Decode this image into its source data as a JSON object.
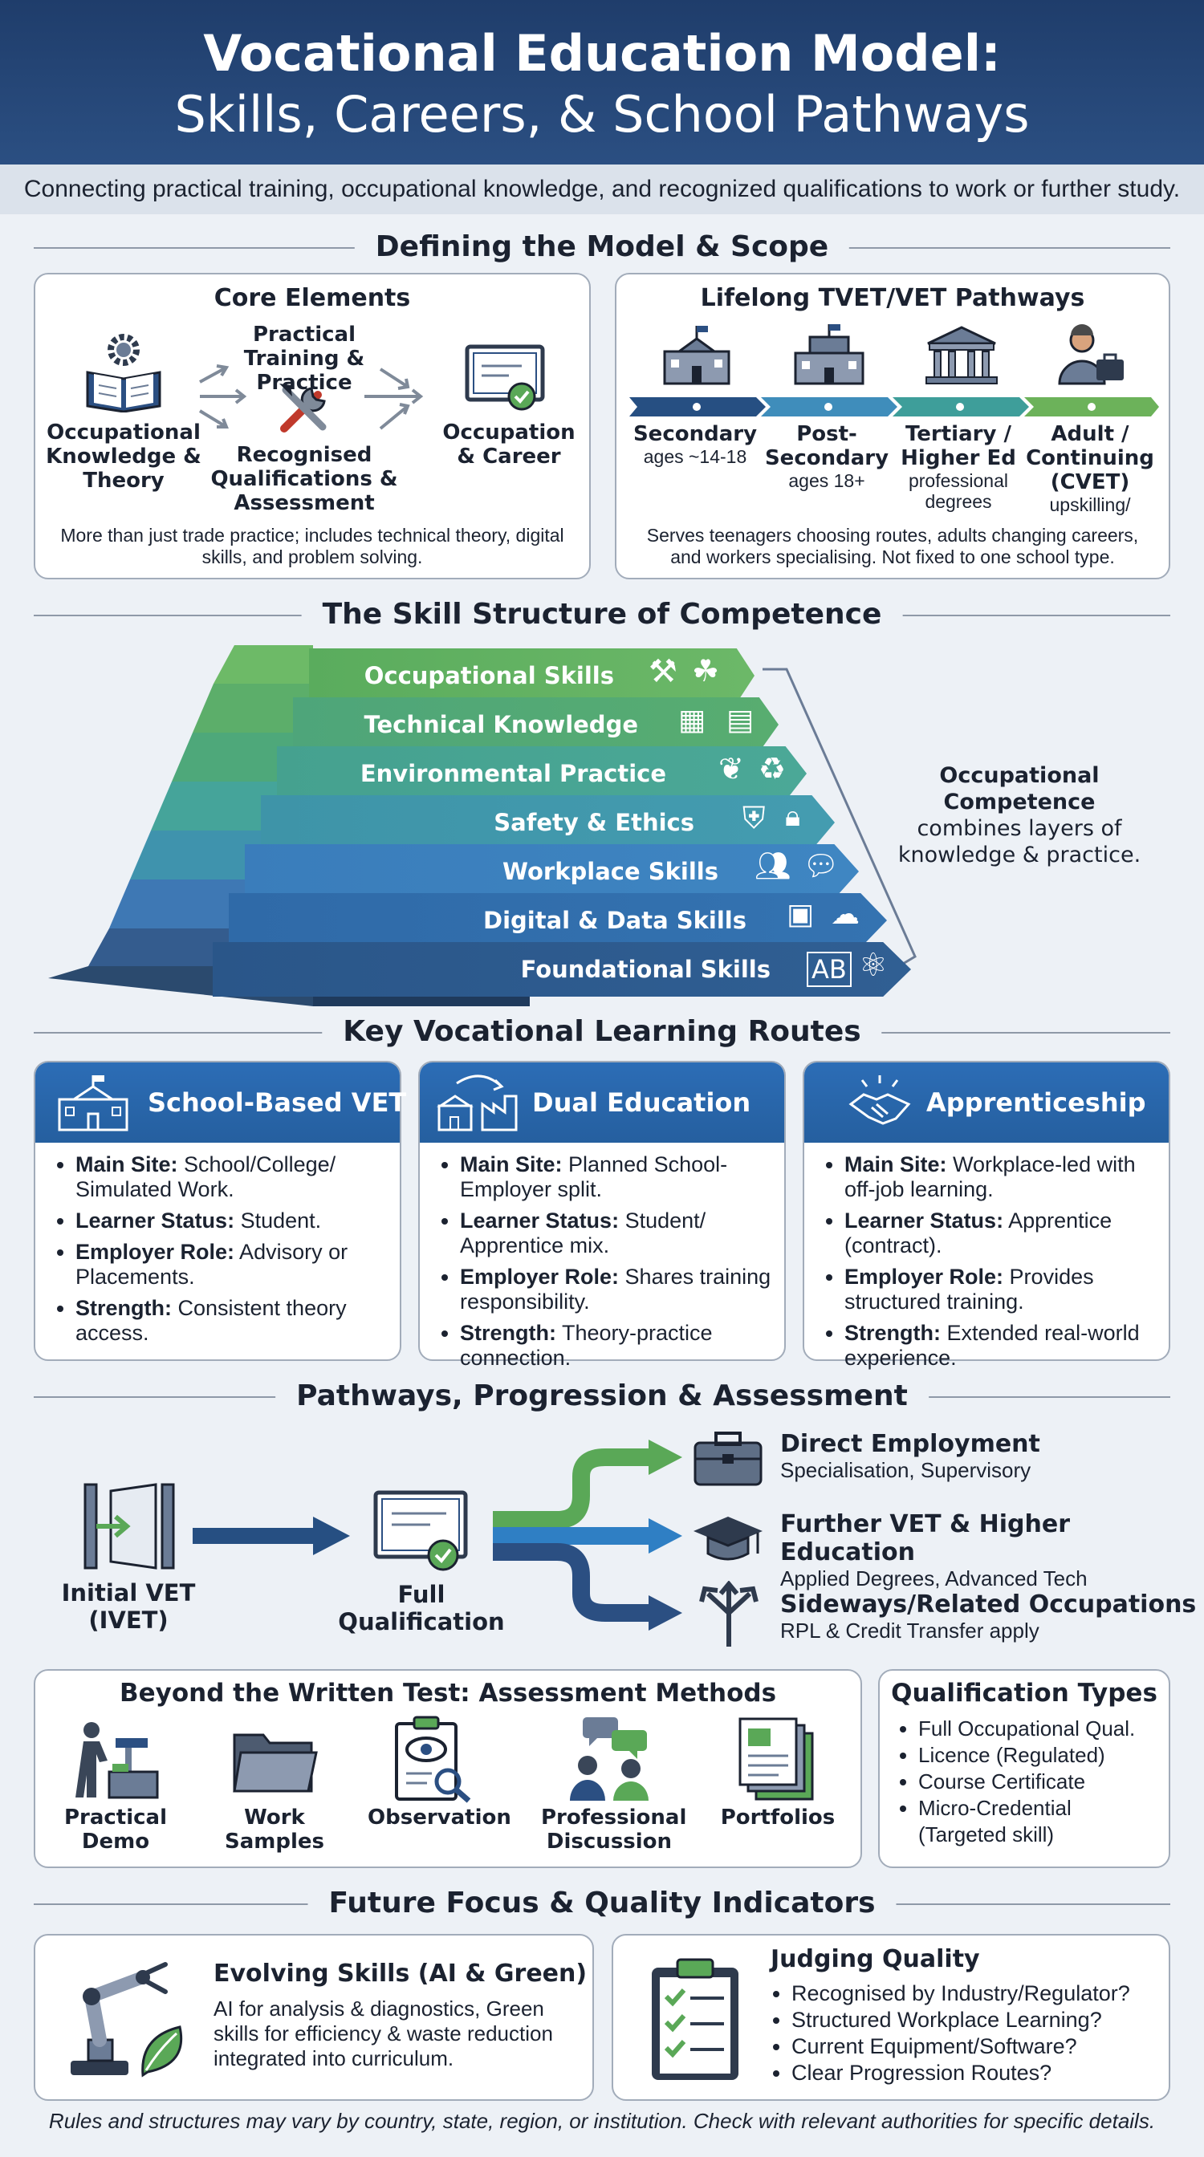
{
  "header": {
    "title_line1": "Vocational Education Model:",
    "title_line2": "Skills, Careers, & School Pathways",
    "subtitle": "Connecting practical training, occupational knowledge, and recognized qualifications to work or further study."
  },
  "sections": {
    "defining": "Defining the Model & Scope",
    "skill_structure": "The Skill Structure of Competence",
    "routes": "Key Vocational Learning Routes",
    "pathways": "Pathways, Progression & Assessment",
    "future": "Future Focus & Quality Indicators"
  },
  "core_elements": {
    "title": "Core Elements",
    "knowledge": "Occupational Knowledge & Theory",
    "practical": "Practical Training & Practice",
    "recognised": "Recognised Qualifications & Assessment",
    "occupation": "Occupation & Career",
    "note": "More than just trade practice; includes technical theory, digital skills, and problem solving."
  },
  "lifelong": {
    "title": "Lifelong TVET/VET Pathways",
    "stages": [
      {
        "name": "Secondary",
        "detail": "ages ~14-18"
      },
      {
        "name": "Post-Secondary",
        "detail": "ages 18+"
      },
      {
        "name": "Tertiary / Higher Ed",
        "detail": "professional degrees"
      },
      {
        "name": "Adult / Continuing (CVET)",
        "detail": "upskilling/"
      }
    ],
    "note": "Serves teenagers choosing routes, adults changing careers, and workers specialising. Not fixed to one school type."
  },
  "pyramid": {
    "layers": [
      "Occupational Skills",
      "Technical Knowledge",
      "Environmental Practice",
      "Safety & Ethics",
      "Workplace Skills",
      "Digital & Data Skills",
      "Foundational Skills"
    ],
    "callout_bold": "Occupational Competence",
    "callout_rest": "combines layers of knowledge & practice."
  },
  "routes": [
    {
      "title": "School-Based VET",
      "items": [
        {
          "k": "Main Site:",
          "v": " School/College/ Simulated Work."
        },
        {
          "k": "Learner Status:",
          "v": " Student."
        },
        {
          "k": "Employer Role:",
          "v": " Advisory or Placements."
        },
        {
          "k": "Strength:",
          "v": " Consistent theory access."
        }
      ]
    },
    {
      "title": "Dual Education",
      "items": [
        {
          "k": "Main Site:",
          "v": " Planned School-Employer split."
        },
        {
          "k": "Learner Status:",
          "v": " Student/ Apprentice mix."
        },
        {
          "k": "Employer Role:",
          "v": " Shares training responsibility."
        },
        {
          "k": "Strength:",
          "v": " Theory-practice connection."
        }
      ]
    },
    {
      "title": "Apprenticeship",
      "items": [
        {
          "k": "Main Site:",
          "v": " Workplace-led with off-job learning."
        },
        {
          "k": "Learner Status:",
          "v": " Apprentice (contract)."
        },
        {
          "k": "Employer Role:",
          "v": " Provides structured training."
        },
        {
          "k": "Strength:",
          "v": " Extended real-world experience."
        }
      ]
    }
  ],
  "pathways": {
    "initial": "Initial VET (IVET)",
    "full": "Full Qualification",
    "outcomes": [
      {
        "title": "Direct Employment",
        "sub": "Specialisation, Supervisory"
      },
      {
        "title": "Further VET & Higher Education",
        "sub": "Applied Degrees, Advanced Tech"
      },
      {
        "title": "Sideways/Related Occupations",
        "sub": "RPL & Credit Transfer apply"
      }
    ]
  },
  "assessment": {
    "title": "Beyond the Written Test: Assessment Methods",
    "methods": [
      "Practical Demo",
      "Work Samples",
      "Observation",
      "Professional Discussion",
      "Portfolios"
    ]
  },
  "qual_types": {
    "title": "Qualification Types",
    "items": [
      "Full Occupational Qual.",
      "Licence (Regulated)",
      "Course Certificate",
      "Micro-Credential (Targeted skill)"
    ]
  },
  "future": {
    "evolving_title": "Evolving Skills (AI & Green)",
    "evolving_text": "AI for analysis & diagnostics, Green skills for efficiency & waste reduction integrated into curriculum.",
    "quality_title": "Judging Quality",
    "quality_items": [
      "Recognised by Industry/Regulator?",
      "Structured Workplace Learning?",
      "Current Equipment/Software?",
      "Clear Progression Routes?"
    ]
  },
  "footer": "Rules and structures may vary by country, state, region, or institution. Check with relevant authorities for specific details.",
  "colors": {
    "navy": "#1f3d6b",
    "green": "#5aa857",
    "blue": "#2c6db6",
    "teal": "#3e9e9a"
  }
}
